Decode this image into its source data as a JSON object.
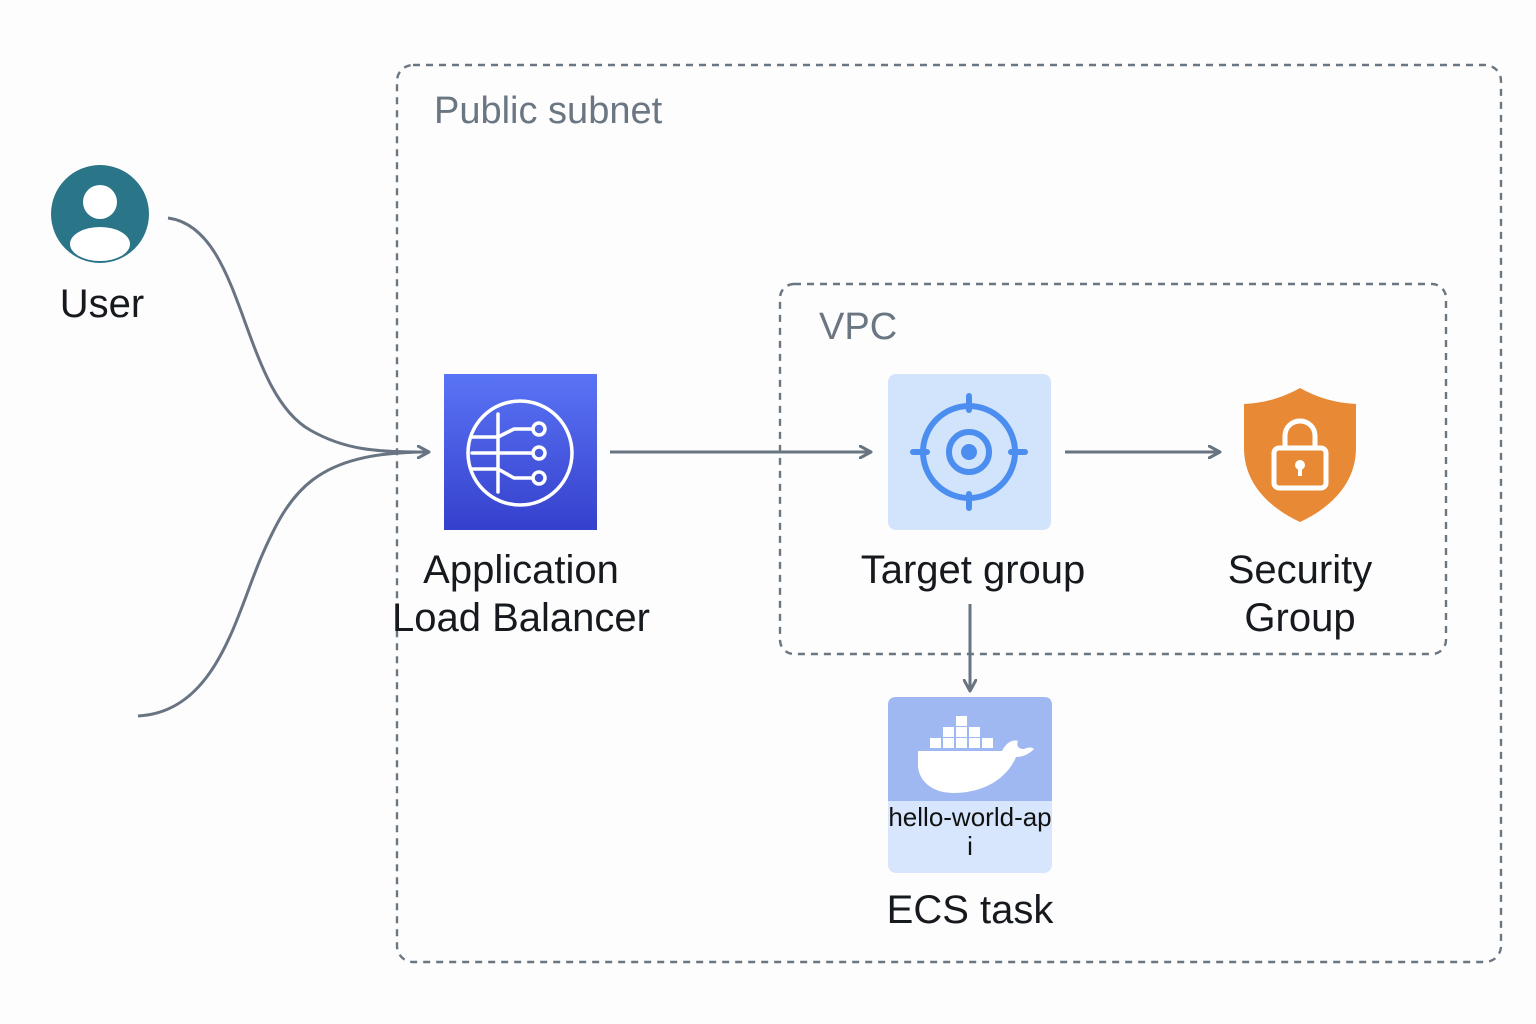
{
  "zones": {
    "public_subnet": "Public subnet",
    "vpc": "VPC"
  },
  "nodes": {
    "user": {
      "label": "User",
      "icon": "user-icon"
    },
    "alb": {
      "line1": "Application",
      "line2": "Load Balancer",
      "icon": "load-balancer-icon"
    },
    "target_group": {
      "label": "Target group",
      "icon": "target-icon"
    },
    "security_group": {
      "line1": "Security",
      "line2": "Group",
      "icon": "shield-lock-icon"
    },
    "ecs_task": {
      "caption": "hello-world-api",
      "label": "ECS task",
      "icon": "docker-whale-icon"
    }
  },
  "colors": {
    "user": "#2b7589",
    "alb_top": "#5a74f5",
    "alb_bottom": "#3540cc",
    "target_bg": "#d2e4fc",
    "target_ring": "#4b8ef0",
    "security": "#e88a35",
    "ecs_top": "#9fb8f1",
    "ecs_bottom": "#d7e6fc",
    "connector": "#687482",
    "zone_border": "#6b7683"
  }
}
